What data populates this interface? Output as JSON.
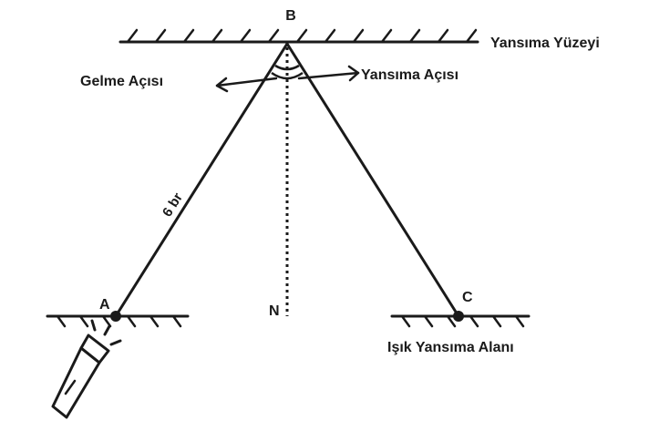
{
  "diagram": {
    "points": {
      "a": "A",
      "b": "B",
      "c": "C",
      "n": "N"
    },
    "labels": {
      "surface": "Yansıma Yüzeyi",
      "incidence_angle": "Gelme Açısı",
      "reflection_angle": "Yansıma Açısı",
      "distance": "6 br",
      "light_area": "Işık Yansıma Alanı"
    },
    "icons": {
      "light_source": "flashlight-icon"
    },
    "colors": {
      "ink": "#1a1a1a",
      "background": "#ffffff"
    }
  }
}
